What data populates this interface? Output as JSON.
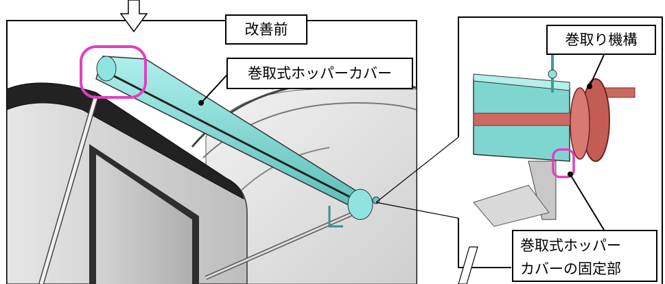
{
  "labels": {
    "before_improvement": "改善前",
    "roll_hopper_cover": "巻取式ホッパーカバー",
    "winding_mechanism": "巻取り機構",
    "cover_fixing_part_line1": "巻取式ホッパー",
    "cover_fixing_part_line2": "カバーの固定部"
  },
  "colors": {
    "cover_cyan": "#8fe3e0",
    "highlight_magenta": "#e040c0",
    "mechanism_red": "#cc6a62",
    "hopper_dark": "#2a2a2a"
  },
  "icons": [
    "down-arrow-icon"
  ]
}
